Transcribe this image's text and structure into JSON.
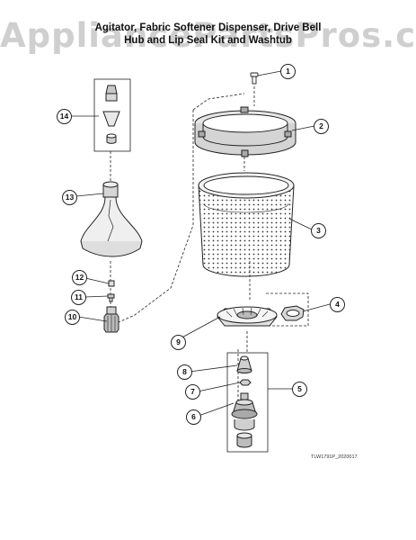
{
  "watermark": "AppliancePartsPros.com",
  "title": {
    "line1": "Agitator, Fabric Softener Dispenser, Drive Bell",
    "line2": "Hub and Lip Seal Kit and Washtub"
  },
  "drawing_code": "TLW1791P_2020017",
  "callouts": [
    {
      "id": "1",
      "label": "1"
    },
    {
      "id": "2",
      "label": "2"
    },
    {
      "id": "3",
      "label": "3"
    },
    {
      "id": "4",
      "label": "4"
    },
    {
      "id": "5",
      "label": "5"
    },
    {
      "id": "6",
      "label": "6"
    },
    {
      "id": "7",
      "label": "7"
    },
    {
      "id": "8",
      "label": "8"
    },
    {
      "id": "9",
      "label": "9"
    },
    {
      "id": "10",
      "label": "10"
    },
    {
      "id": "11",
      "label": "11"
    },
    {
      "id": "12",
      "label": "12"
    },
    {
      "id": "13",
      "label": "13"
    },
    {
      "id": "14",
      "label": "14"
    }
  ]
}
